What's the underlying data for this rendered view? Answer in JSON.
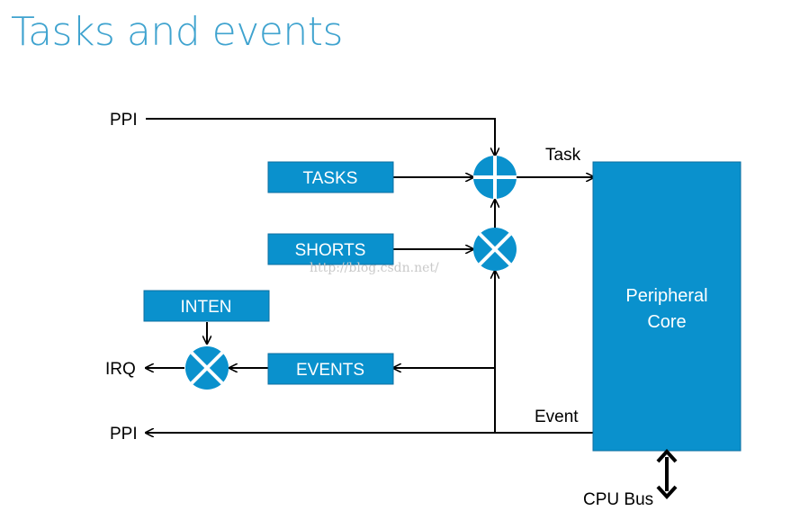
{
  "title": "Tasks and events",
  "colors": {
    "block": "#0a91cd",
    "title": "#3fa3cf",
    "line": "#000000"
  },
  "boxes": {
    "tasks": "TASKS",
    "shorts": "SHORTS",
    "inten": "INTEN",
    "events": "EVENTS",
    "core_line1": "Peripheral",
    "core_line2": "Core"
  },
  "signals": {
    "ppi_in": "PPI",
    "ppi_out": "PPI",
    "irq": "IRQ",
    "task": "Task",
    "event": "Event",
    "cpu_bus": "CPU Bus"
  },
  "operators": {
    "adder": "plus-operator",
    "and1": "multiply-operator",
    "and2": "multiply-operator"
  },
  "watermark": "http://blog.csdn.net/"
}
